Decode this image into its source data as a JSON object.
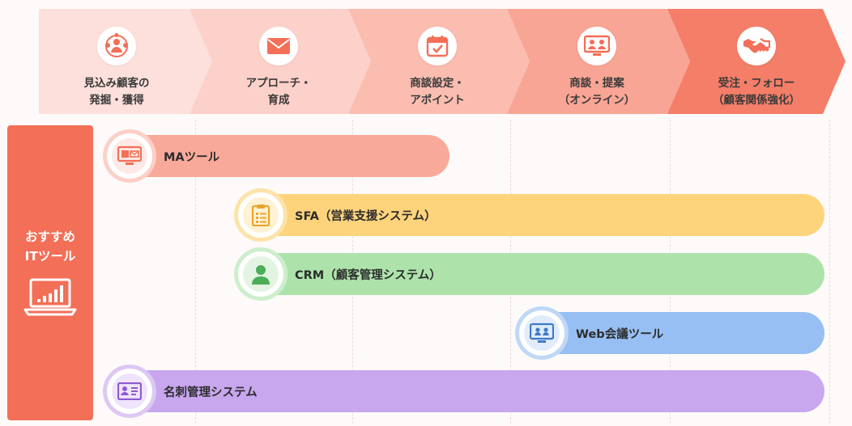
{
  "stages": [
    {
      "label": "見込み顧客の\n発掘・獲得",
      "icon": "people-network-icon"
    },
    {
      "label": "アプローチ・\n育成",
      "icon": "envelope-icon"
    },
    {
      "label": "商談設定・\nアポイント",
      "icon": "calendar-check-icon"
    },
    {
      "label": "商談・提案\n（オンライン）",
      "icon": "video-meeting-icon"
    },
    {
      "label": "受注・フォロー\n（顧客関係強化）",
      "icon": "handshake-icon"
    }
  ],
  "sidebar": {
    "line1": "おすすめ",
    "line2": "ITツール",
    "icon": "laptop-chart-icon"
  },
  "tools": [
    {
      "name": "MAツール",
      "icon": "monitor-mail-icon",
      "color": "#f8a99a"
    },
    {
      "name": "SFA（営業支援システム）",
      "icon": "clipboard-list-icon",
      "color": "#fdd37c"
    },
    {
      "name": "CRM（顧客管理システム）",
      "icon": "user-icon",
      "color": "#ade3ab"
    },
    {
      "name": "Web会議ツール",
      "icon": "video-conference-icon",
      "color": "#97bff3"
    },
    {
      "name": "名刺管理システム",
      "icon": "business-card-icon",
      "color": "#c8a7ee"
    }
  ],
  "colors": {
    "accent": "#f36f57",
    "stage_gradient": [
      "#fde0db",
      "#fcd1c9",
      "#fbbdb0",
      "#f9a595",
      "#f47e68"
    ]
  }
}
